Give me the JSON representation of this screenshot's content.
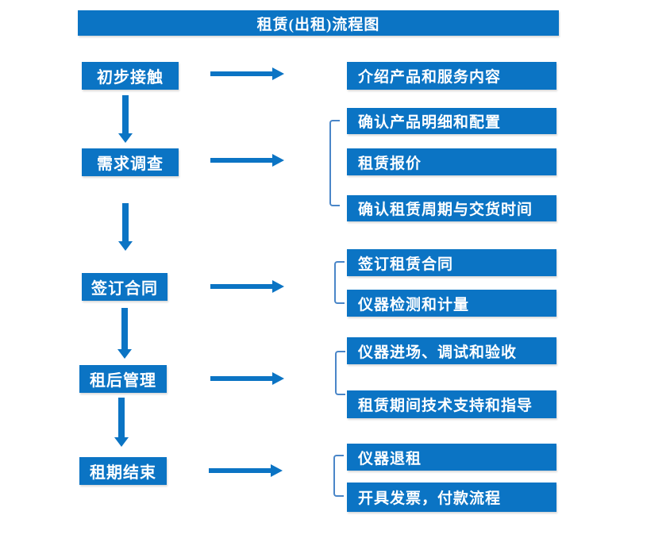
{
  "title": "租赁(出租)流程图",
  "colors": {
    "primary": "#0b74c4",
    "bracket": "#4a86c8",
    "text_on_primary": "#ffffff",
    "background": "#ffffff"
  },
  "steps": [
    {
      "label": "初步接触",
      "outputs": [
        "介绍产品和服务内容"
      ]
    },
    {
      "label": "需求调查",
      "outputs": [
        "确认产品明细和配置",
        "租赁报价",
        "确认租赁周期与交货时间"
      ]
    },
    {
      "label": "签订合同",
      "outputs": [
        "签订租赁合同",
        "仪器检测和计量"
      ]
    },
    {
      "label": "租后管理",
      "outputs": [
        "仪器进场、调试和验收",
        "租赁期间技术支持和指导"
      ]
    },
    {
      "label": "租期结束",
      "outputs": [
        "仪器退租",
        "开具发票，付款流程"
      ]
    }
  ]
}
